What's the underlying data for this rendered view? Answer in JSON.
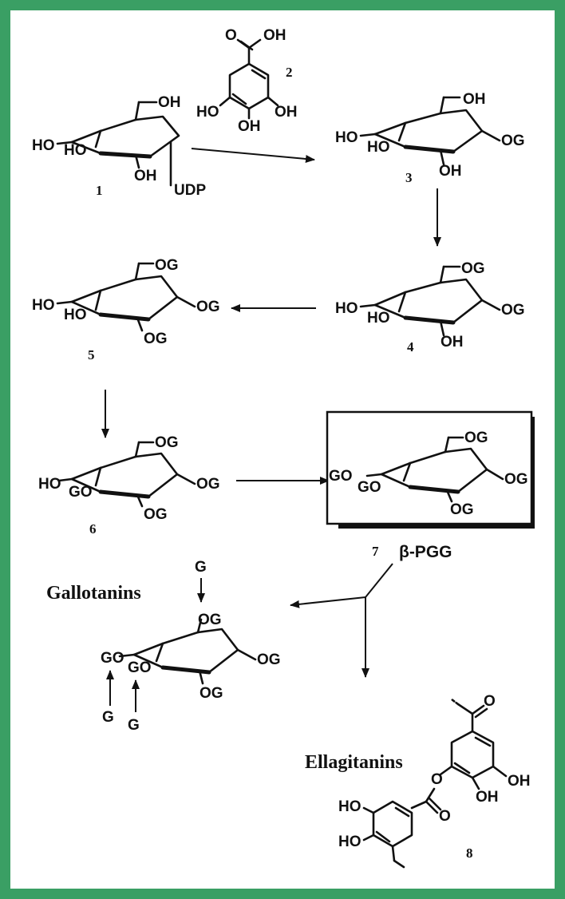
{
  "frame_color": "#3a9f64",
  "compounds": {
    "c1": {
      "number": "1",
      "labels": [
        "OH",
        "HO",
        "HO",
        "OH",
        "UDP"
      ]
    },
    "c2": {
      "number": "2",
      "labels": [
        "O",
        "OH",
        "HO",
        "OH",
        "OH"
      ]
    },
    "c3": {
      "number": "3",
      "labels": [
        "OH",
        "HO",
        "HO",
        "OH",
        "OG"
      ]
    },
    "c4": {
      "number": "4",
      "labels": [
        "OG",
        "HO",
        "HO",
        "OH",
        "OG"
      ]
    },
    "c5": {
      "number": "5",
      "labels": [
        "OG",
        "HO",
        "HO",
        "OG",
        "OG"
      ]
    },
    "c6": {
      "number": "6",
      "labels": [
        "OG",
        "HO",
        "GO",
        "OG",
        "OG"
      ]
    },
    "c7": {
      "number": "7",
      "name": "β-PGG",
      "labels": [
        "OG",
        "GO",
        "GO",
        "OG",
        "OG"
      ]
    },
    "gallo": {
      "name": "Gallotanins",
      "labels": [
        "G",
        "OG",
        "GO",
        "GO",
        "OG",
        "OG",
        "G",
        "G"
      ]
    },
    "ellagi": {
      "name": "Ellagitanins",
      "number": "8",
      "labels": [
        "O",
        "O",
        "OH",
        "OH",
        "HO",
        "O",
        "HO"
      ]
    }
  }
}
